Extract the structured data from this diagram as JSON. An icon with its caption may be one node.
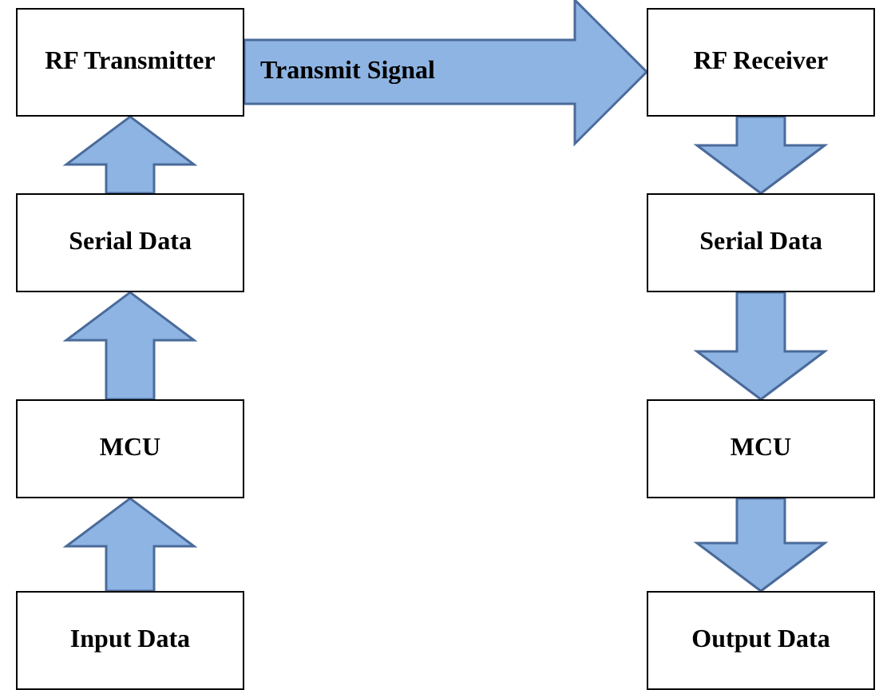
{
  "diagram": {
    "nodes": [
      {
        "text": [
          "RF Transmitter"
        ]
      },
      {
        "text": [
          "RF Receiver"
        ]
      },
      {
        "text": [
          "Serial Data"
        ]
      },
      {
        "text": [
          "Serial Data"
        ]
      },
      {
        "text": [
          "MCU"
        ]
      },
      {
        "text": [
          "MCU"
        ]
      },
      {
        "text": [
          "Input Data"
        ]
      },
      {
        "text": [
          "Output Data"
        ]
      }
    ],
    "edges": [
      {
        "from": 2,
        "to": 0,
        "arrow": "to"
      },
      {
        "from": 4,
        "to": 2,
        "arrow": "to"
      },
      {
        "from": 6,
        "to": 4,
        "arrow": "to"
      },
      {
        "from": 0,
        "to": 1,
        "arrow": "to",
        "label": "Transmit Signal"
      },
      {
        "from": 1,
        "to": 3,
        "arrow": "to"
      },
      {
        "from": 3,
        "to": 5,
        "arrow": "to"
      },
      {
        "from": 5,
        "to": 7,
        "arrow": "to"
      }
    ]
  }
}
